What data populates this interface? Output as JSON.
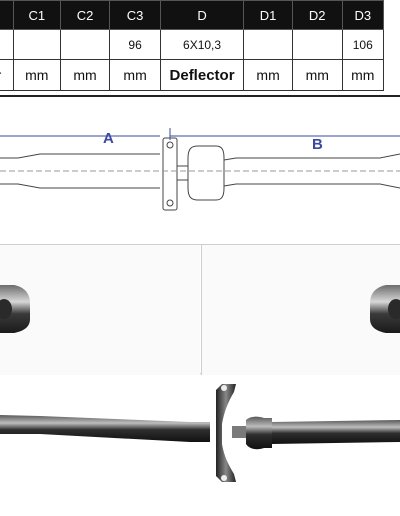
{
  "table": {
    "headers": [
      "",
      "C1",
      "C2",
      "C3",
      "D",
      "D1",
      "D2",
      "D3"
    ],
    "values": [
      "",
      "",
      "",
      "96",
      "6X10,3",
      "",
      "",
      "106"
    ],
    "units": [
      "r",
      "mm",
      "mm",
      "mm",
      "Deflector",
      "mm",
      "mm",
      "mm"
    ]
  },
  "drawing": {
    "label_a": "A",
    "label_b": "B"
  }
}
